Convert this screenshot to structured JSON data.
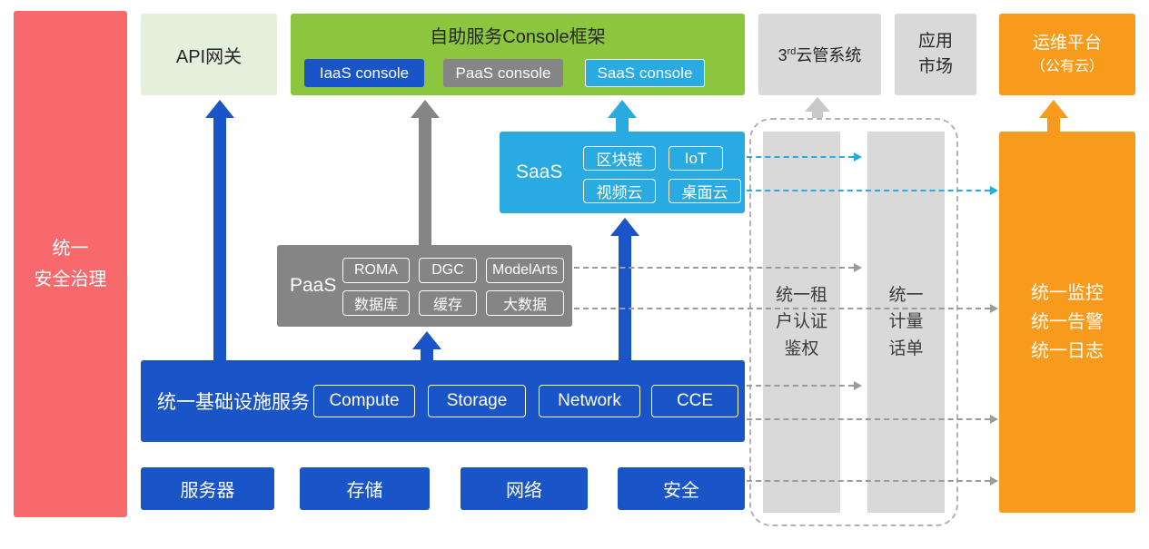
{
  "palette": {
    "red": "#f7696b",
    "light-green": "#e3f0dc",
    "green": "#8cc63f",
    "blue": "#1a55c8",
    "gray": "#858585",
    "cyan": "#29abe2",
    "orange": "#f89a1b",
    "light-gray": "#d9d9d9",
    "dash-gray": "#9b9b9b",
    "arrow-light": "#c9c9c9"
  },
  "security_panel": {
    "line1": "统一",
    "line2": "安全治理"
  },
  "api_gateway": {
    "label": "API网关"
  },
  "console_frame": {
    "title": "自助服务Console框架",
    "consoles": [
      "IaaS console",
      "PaaS console",
      "SaaS console"
    ]
  },
  "third_party_cloud": {
    "base": "3",
    "sup": "rd",
    "rest": "云管系统"
  },
  "app_market": {
    "line1": "应用",
    "line2": "市场"
  },
  "ops_platform": {
    "line1": "运维平台",
    "line2": "（公有云）"
  },
  "saas": {
    "label": "SaaS",
    "chips": [
      "区块链",
      "IoT",
      "视频云",
      "桌面云"
    ]
  },
  "paas": {
    "label": "PaaS",
    "chips": [
      "ROMA",
      "DGC",
      "ModelArts",
      "数据库",
      "缓存",
      "大数据"
    ]
  },
  "infrastructure": {
    "label": "统一基础设施服务",
    "chips": [
      "Compute",
      "Storage",
      "Network",
      "CCE"
    ]
  },
  "bottom_services": [
    "服务器",
    "存储",
    "网络",
    "安全"
  ],
  "auth_bar": {
    "line1": "统一租",
    "line2": "户认证",
    "line3": "鉴权"
  },
  "metering_bar": {
    "line1": "统一",
    "line2": "计量",
    "line3": "话单"
  },
  "monitor_panel": {
    "line1": "统一监控",
    "line2": "统一告警",
    "line3": "统一日志"
  }
}
